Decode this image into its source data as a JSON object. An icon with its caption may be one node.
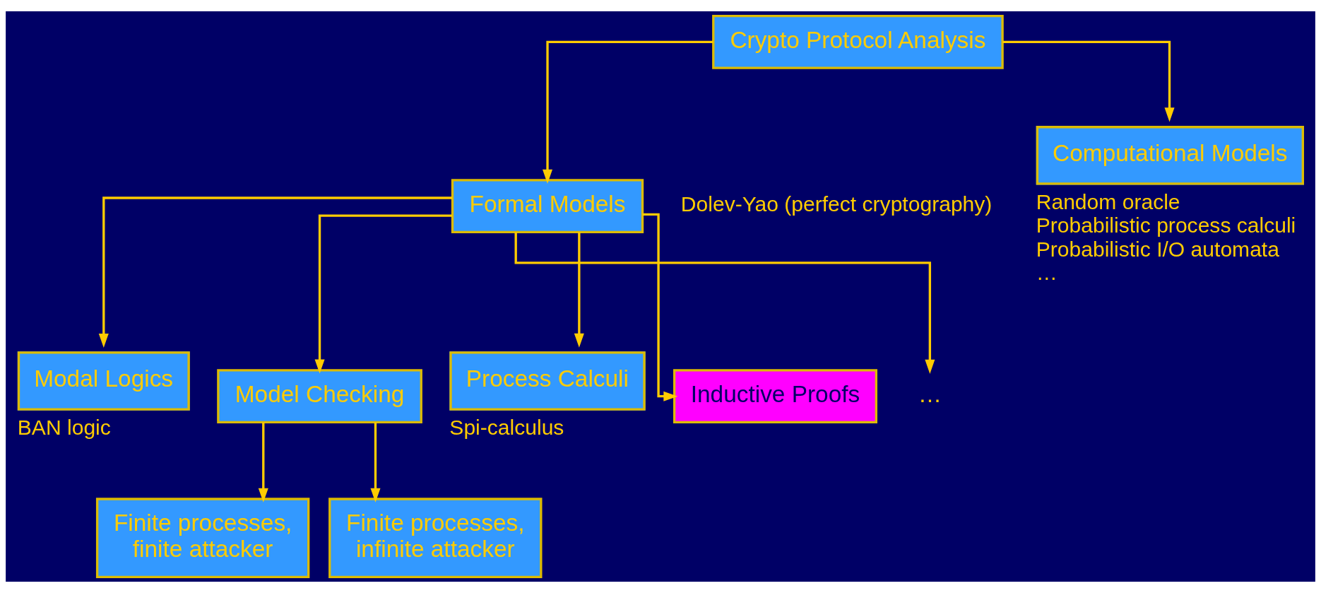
{
  "diagram": {
    "nodes": [
      {
        "text": [
          "Crypto Protocol Analysis"
        ]
      },
      {
        "text": [
          "Formal Models"
        ],
        "beside": [
          "Dolev-Yao (perfect cryptography)"
        ]
      },
      {
        "text": [
          "Computational Models"
        ],
        "beside": [
          "Random oracle",
          "Probabilistic process calculi",
          "Probabilistic I/O automata",
          "…"
        ]
      },
      {
        "text": [
          "Modal Logics"
        ],
        "beside": [
          "BAN logic"
        ]
      },
      {
        "text": [
          "Model Checking"
        ]
      },
      {
        "text": [
          "Process Calculi"
        ],
        "beside": [
          "Spi-calculus"
        ]
      },
      {
        "text": [
          "Inductive Proofs"
        ]
      },
      {
        "text": [
          "…"
        ]
      },
      {
        "text": [
          "Finite processes, finite attacker"
        ]
      },
      {
        "text": [
          "Finite processes, infinite attacker"
        ]
      }
    ],
    "edges": [
      {
        "from": 0,
        "to": 1,
        "arrow": "to"
      },
      {
        "from": 0,
        "to": 2,
        "arrow": "to"
      },
      {
        "from": 1,
        "to": 3,
        "arrow": "to"
      },
      {
        "from": 1,
        "to": 4,
        "arrow": "to"
      },
      {
        "from": 1,
        "to": 5,
        "arrow": "to"
      },
      {
        "from": 1,
        "to": 6,
        "arrow": "to"
      },
      {
        "from": 1,
        "to": 7,
        "arrow": "to"
      },
      {
        "from": 4,
        "to": 8,
        "arrow": "to"
      },
      {
        "from": 4,
        "to": 9,
        "arrow": "to"
      }
    ]
  }
}
